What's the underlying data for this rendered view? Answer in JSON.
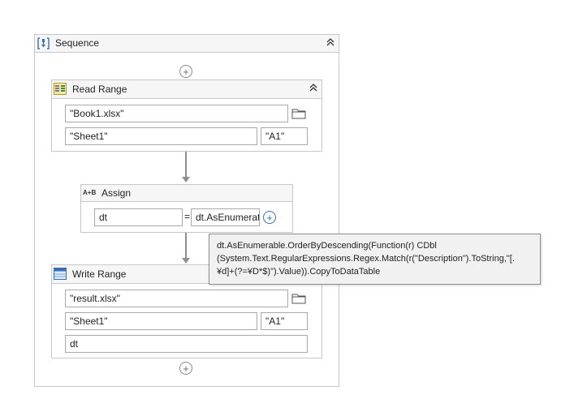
{
  "sequence": {
    "title": "Sequence",
    "collapse_icon": "chevron-double-up-icon"
  },
  "read_range": {
    "title": "Read Range",
    "workbook_path": "\"Book1.xlsx\"",
    "sheet_name": "\"Sheet1\"",
    "range": "\"A1\""
  },
  "assign": {
    "icon_text": "A+B",
    "title": "Assign",
    "to": "dt",
    "equals": "=",
    "value": "dt.AsEnumerat"
  },
  "write_range": {
    "title": "Write Range",
    "workbook_path": "\"result.xlsx\"",
    "sheet_name": "\"Sheet1\"",
    "range": "\"A1\"",
    "datatable": "dt"
  },
  "tooltip": {
    "line1": "dt.AsEnumerable.OrderByDescending(Function(r) CDbl",
    "line2": "(System.Text.RegularExpressions.Regex.Match(r(\"Description\").ToString,\"[.",
    "line3": "¥d]+(?=¥D*$)\").Value)).CopyToDataTable"
  },
  "colors": {
    "accent_blue": "#3b6fb6",
    "border": "#c8c8c8",
    "header_bg": "#f6f6f6",
    "tooltip_bg": "#f1f1f1"
  }
}
